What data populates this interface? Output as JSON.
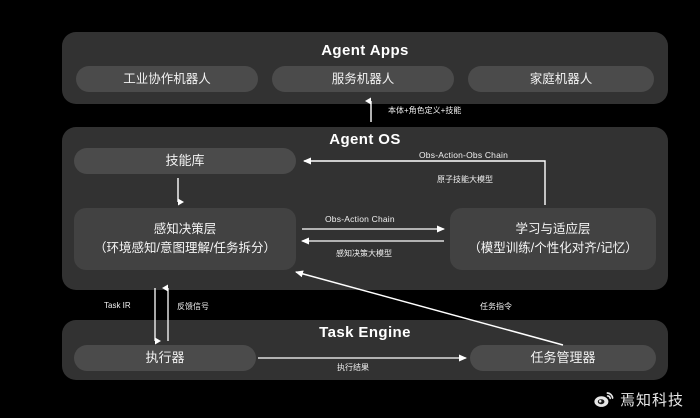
{
  "diagram": {
    "background_color": "#000000",
    "panel_color": "#323232",
    "pill_color": "#4b4b4b",
    "box_color": "#424242",
    "line_color": "#ffffff"
  },
  "layers": {
    "agent_apps": {
      "title": "Agent Apps",
      "items": [
        {
          "label": "工业协作机器人"
        },
        {
          "label": "服务机器人"
        },
        {
          "label": "家庭机器人"
        }
      ]
    },
    "agent_os": {
      "title": "Agent OS",
      "skill_library": {
        "label": "技能库"
      },
      "perception": {
        "line1": "感知决策层",
        "line2": "（环境感知/意图理解/任务拆分）"
      },
      "learning": {
        "line1": "学习与适应层",
        "line2": "（模型训练/个性化对齐/记忆）"
      }
    },
    "task_engine": {
      "title": "Task Engine",
      "executor": {
        "label": "执行器"
      },
      "task_manager": {
        "label": "任务管理器"
      }
    }
  },
  "connectors": {
    "apps_to_os": "本体+角色定义+技能",
    "obs_action_obs_chain": "Obs-Action-Obs Chain",
    "atomic_skill_model": "原子技能大模型",
    "obs_action_chain": "Obs-Action Chain",
    "perception_model": "感知决策大模型",
    "task_ir": "Task IR",
    "feedback_signal": "反馈信号",
    "task_instruction": "任务指令",
    "execution_result": "执行结果"
  },
  "watermark": {
    "icon": "weibo-icon",
    "text": "焉知科技"
  }
}
